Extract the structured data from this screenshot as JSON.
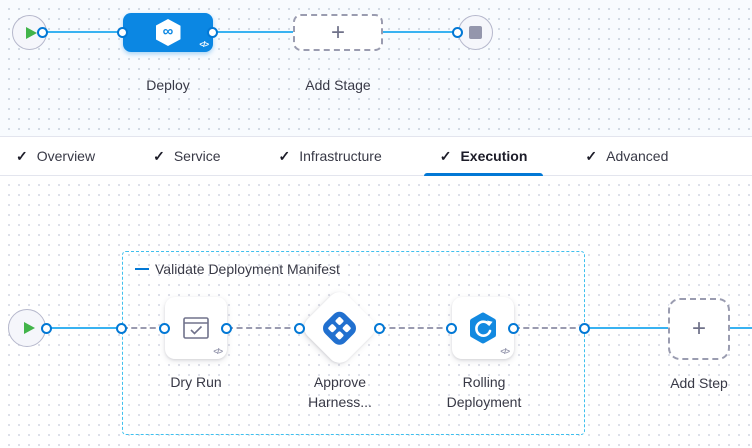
{
  "icons": {
    "check": "✓",
    "plus": "+",
    "code": "</>",
    "harness_infinity": "∞"
  },
  "stage_pipeline": {
    "deploy_label": "Deploy",
    "add_stage_label": "Add Stage"
  },
  "tabs": [
    {
      "label": "Overview",
      "checked": true,
      "active": false
    },
    {
      "label": "Service",
      "checked": true,
      "active": false
    },
    {
      "label": "Infrastructure",
      "checked": true,
      "active": false
    },
    {
      "label": "Execution",
      "checked": true,
      "active": true
    },
    {
      "label": "Advanced",
      "checked": true,
      "active": false
    }
  ],
  "execution": {
    "group_label": "Validate Deployment Manifest",
    "steps": [
      {
        "label": "Dry Run",
        "icon": "dry-run-checklist-icon"
      },
      {
        "label": "Approve Harness...",
        "icon": "harness-approval-icon"
      },
      {
        "label": "Rolling Deployment",
        "icon": "rolling-deployment-icon"
      }
    ],
    "add_step_label": "Add Step"
  },
  "colors": {
    "accent_blue": "#0278d5",
    "link_line_cyan": "#38b2f1",
    "group_border_cyan": "#3fc0ee",
    "stage_node_blue": "#0b87e3",
    "play_green": "#42b44a",
    "stop_gray": "#9496ac",
    "dashed_gray": "#9a9bb0"
  }
}
